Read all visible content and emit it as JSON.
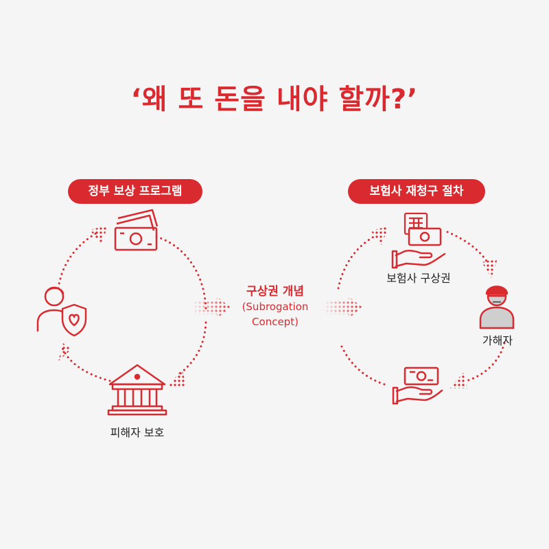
{
  "title": "‘왜 또 돈을 내야 할까?’",
  "left_panel": {
    "heading": "정부 보상 프로그램",
    "victim_label": "피해자 보호"
  },
  "center": {
    "concept_ko": "구상권 개념",
    "concept_en_1": "(Subrogation",
    "concept_en_2": "Concept)"
  },
  "right_panel": {
    "heading": "보험사 재청구 절차",
    "insurer_label": "보험사 구상권",
    "offender_label": "가해자"
  },
  "colors": {
    "accent": "#d92a2f",
    "text": "#222222",
    "background": "#f5f5f6",
    "icon_gray": "#cfcfcf"
  },
  "icons": [
    "cash-stack-icon",
    "person-shield-icon",
    "government-building-icon",
    "hand-cash-icon",
    "calculator-icon",
    "offender-icon"
  ]
}
